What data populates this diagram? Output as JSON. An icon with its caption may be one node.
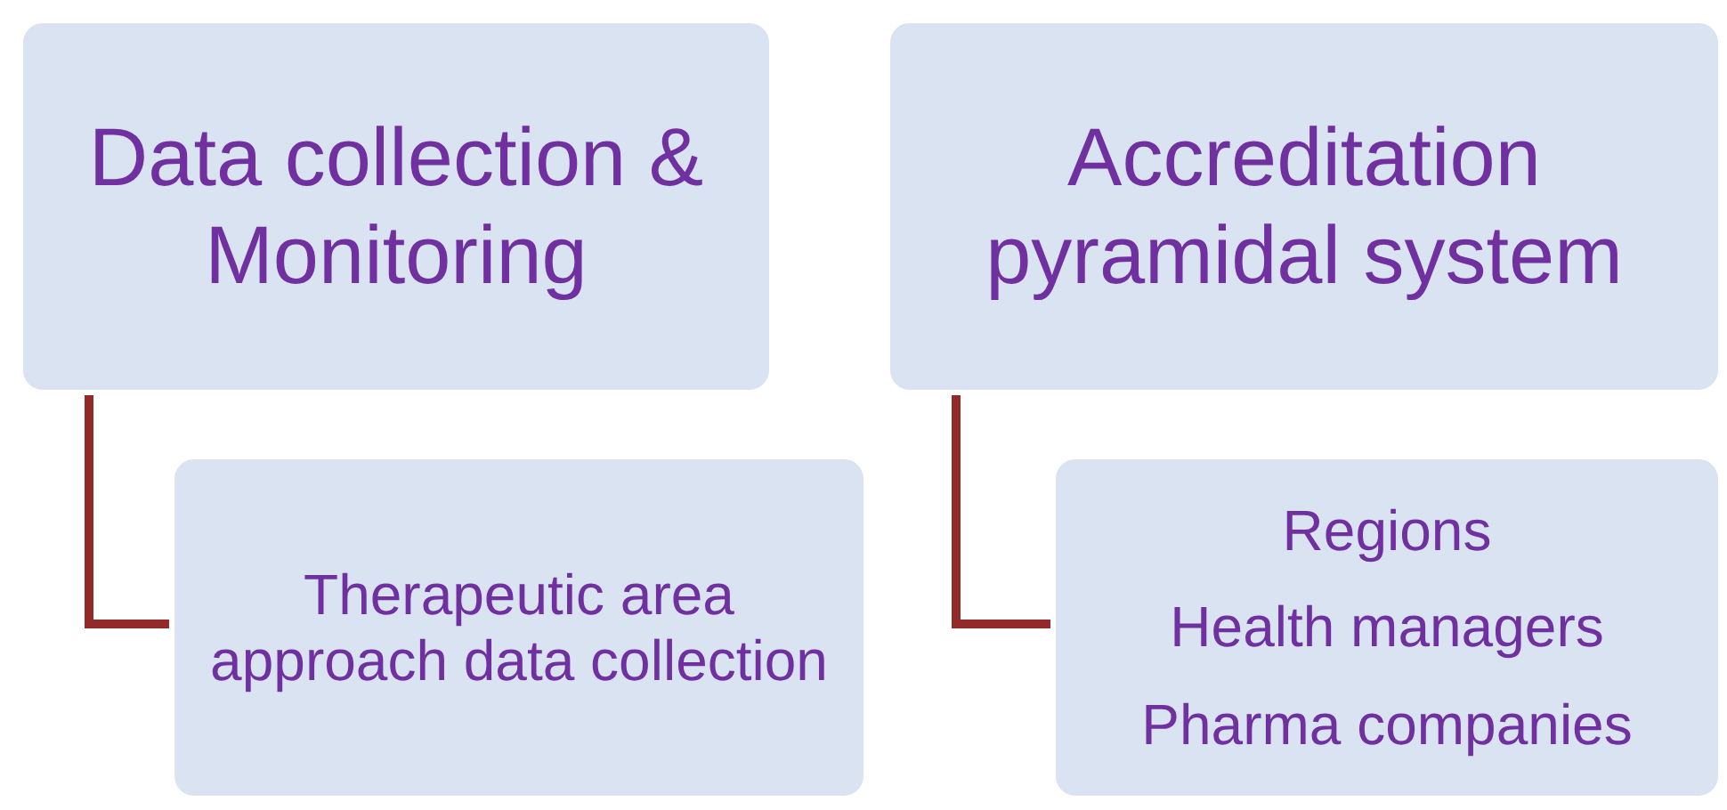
{
  "diagram": {
    "nodes": [
      {
        "text": [
          "Data collection & Monitoring"
        ]
      },
      {
        "text": [
          "Accreditation pyramidal system"
        ]
      },
      {
        "text": [
          "Therapeutic area approach data collection"
        ]
      },
      {
        "text": [
          "Regions",
          "Health managers",
          "Pharma companies"
        ]
      }
    ],
    "edges": [
      {
        "from": 0,
        "to": 2,
        "arrow": "none"
      },
      {
        "from": 1,
        "to": 3,
        "arrow": "none"
      }
    ]
  }
}
